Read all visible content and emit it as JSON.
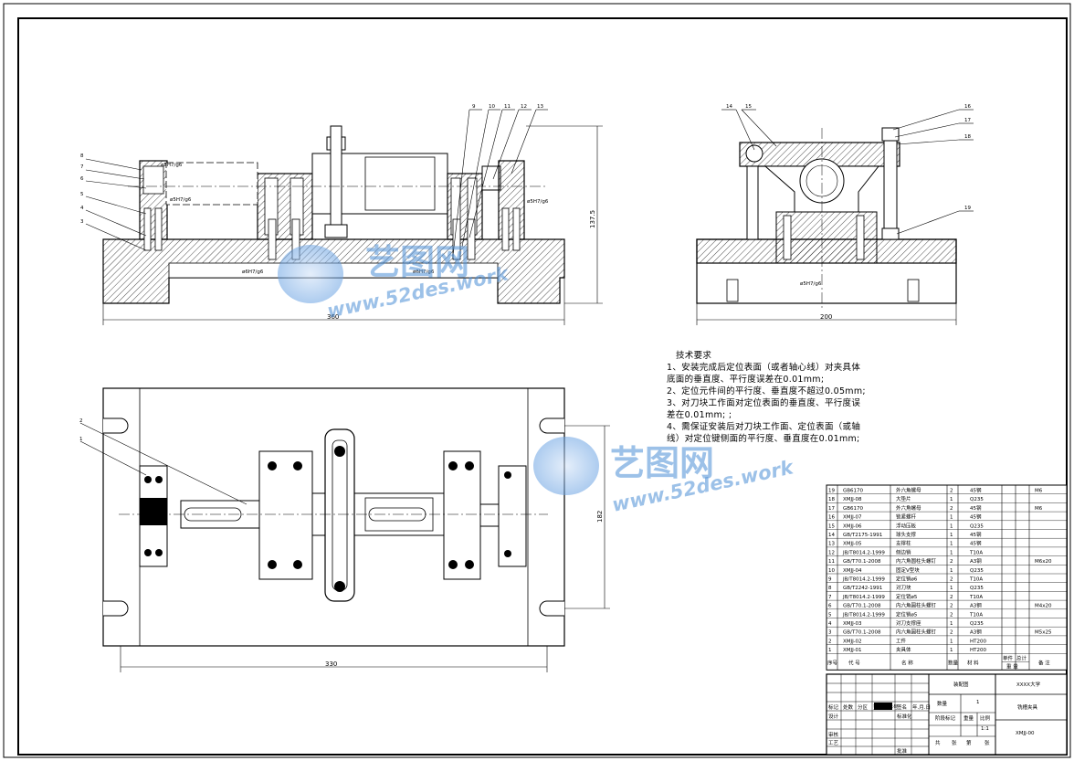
{
  "drawing": {
    "front_view": {
      "fits": [
        "ø5H7/g6",
        "ø5H7/g6",
        "ø5H7/g6",
        "ø6H7/g6",
        "ø6H7/g6"
      ],
      "callouts_left": [
        "8",
        "7",
        "6",
        "5",
        "4",
        "3"
      ],
      "callouts_top": [
        "9",
        "10",
        "11",
        "12",
        "13"
      ],
      "dims": {
        "width": "360",
        "height": "137.5"
      }
    },
    "side_view": {
      "callouts": [
        "14",
        "15",
        "16",
        "17",
        "18",
        "19"
      ],
      "fit": "ø5H7/g6",
      "dims": {
        "width": "200"
      }
    },
    "top_view": {
      "callouts": [
        "2",
        "1"
      ],
      "dims": {
        "width": "330",
        "height": "182"
      }
    },
    "tech_requirements": {
      "title": "技术要求",
      "lines": [
        "1、安装完成后定位表面（或者轴心线）对夹具体",
        "底面的垂直度、平行度误差在0.01mm;",
        "2、定位元件间的平行度、垂直度不超过0.05mm;",
        "3、对刀块工作面对定位表面的垂直度、平行度误",
        "差在0.01mm; ;",
        "4、需保证安装后对刀块工作面、定位表面（或轴",
        "线）对定位键侧面的平行度、垂直度在0.01mm;"
      ]
    },
    "parts_list": [
      {
        "no": "19",
        "code": "GB6170",
        "name": "外六角螺母",
        "qty": "2",
        "mat": "45钢",
        "note": "M6"
      },
      {
        "no": "18",
        "code": "XMJJ-08",
        "name": "大垫片",
        "qty": "1",
        "mat": "Q235",
        "note": ""
      },
      {
        "no": "17",
        "code": "GB6170",
        "name": "外六角螺母",
        "qty": "2",
        "mat": "45钢",
        "note": "M6"
      },
      {
        "no": "16",
        "code": "XMJJ-07",
        "name": "锁紧螺杆",
        "qty": "1",
        "mat": "45钢",
        "note": ""
      },
      {
        "no": "15",
        "code": "XMJJ-06",
        "name": "浮动压板",
        "qty": "1",
        "mat": "Q235",
        "note": ""
      },
      {
        "no": "14",
        "code": "GB/T2175-1991",
        "name": "球头支撑",
        "qty": "1",
        "mat": "45钢",
        "note": ""
      },
      {
        "no": "13",
        "code": "XMJJ-05",
        "name": "支撑柱",
        "qty": "1",
        "mat": "45钢",
        "note": ""
      },
      {
        "no": "12",
        "code": "JB/T8014.2-1999",
        "name": "侧边销",
        "qty": "1",
        "mat": "T10A",
        "note": ""
      },
      {
        "no": "11",
        "code": "GB/T70.1-2008",
        "name": "内六角圆柱头螺钉",
        "qty": "2",
        "mat": "A3钢",
        "note": "M6x20"
      },
      {
        "no": "10",
        "code": "XMJJ-04",
        "name": "固定V型块",
        "qty": "1",
        "mat": "Q235",
        "note": ""
      },
      {
        "no": "9",
        "code": "JB/T8014.2-1999",
        "name": "定位销ø6",
        "qty": "2",
        "mat": "T10A",
        "note": ""
      },
      {
        "no": "8",
        "code": "GB/T2242-1991",
        "name": "对刀块",
        "qty": "1",
        "mat": "Q235",
        "note": ""
      },
      {
        "no": "7",
        "code": "JB/T8014.2-1999",
        "name": "定位销ø5",
        "qty": "2",
        "mat": "T10A",
        "note": ""
      },
      {
        "no": "6",
        "code": "GB/T70.1-2008",
        "name": "内六角圆柱头螺钉",
        "qty": "2",
        "mat": "A3钢",
        "note": "M4x20"
      },
      {
        "no": "5",
        "code": "JB/T8014.2-1999",
        "name": "定位销ø5",
        "qty": "2",
        "mat": "T10A",
        "note": ""
      },
      {
        "no": "4",
        "code": "XMJJ-03",
        "name": "对刀支撑座",
        "qty": "1",
        "mat": "Q235",
        "note": ""
      },
      {
        "no": "3",
        "code": "GB/T70.1-2008",
        "name": "内六角圆柱头螺钉",
        "qty": "2",
        "mat": "A3钢",
        "note": "M5x25"
      },
      {
        "no": "2",
        "code": "XMJJ-02",
        "name": "工件",
        "qty": "1",
        "mat": "HT200",
        "note": ""
      },
      {
        "no": "1",
        "code": "XMJJ-01",
        "name": "夹具体",
        "qty": "1",
        "mat": "HT200",
        "note": ""
      }
    ],
    "parts_header": {
      "no": "序号",
      "code": "代  号",
      "name": "名  称",
      "qty": "数量",
      "mat": "材  料",
      "unit_w": "单件",
      "total_w": "总计",
      "weight": "重  量",
      "note": "备  注"
    },
    "title_block": {
      "drawing_type": "装配图",
      "school": "XXXX大学",
      "part_name": "铣槽夹具",
      "drawing_no": "XMJJ-00",
      "qty_label": "数量",
      "qty_value": "1",
      "stage_mark": "阶段标记",
      "weight": "重量",
      "scale_label": "比例",
      "scale_value": "1:1",
      "row_labels": [
        "标记",
        "处数",
        "分区",
        "更改文件号",
        "签名",
        "年.月.日"
      ],
      "roles": [
        "设计",
        "审核",
        "工艺"
      ],
      "std": "标准化",
      "approve": "批准",
      "sheet_total": "共",
      "sheet_page": "张",
      "sheet_num": "第",
      "sheet_page2": "张"
    },
    "watermark": {
      "logo_text": "艺图网",
      "url": "www.52des.work"
    }
  }
}
